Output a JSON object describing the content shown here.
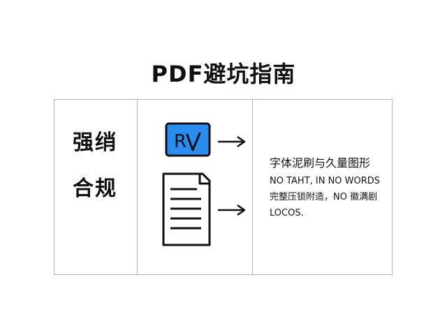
{
  "title": "PDF避坑指南",
  "left": {
    "line1": "强绡",
    "line2": "合规"
  },
  "middle": {
    "top_icon": "pdf-app-icon",
    "bottom_icon": "document-icon",
    "arrow_icon": "right-arrow-icon",
    "accent_color": "#2b8cf0"
  },
  "right": {
    "heading": "字体泥刷与久量图形",
    "line2": "NO TAHT, IN  NO WORDS",
    "line3": "完整压锁附造，NO 徽满剧",
    "line4": "LOCOS."
  }
}
